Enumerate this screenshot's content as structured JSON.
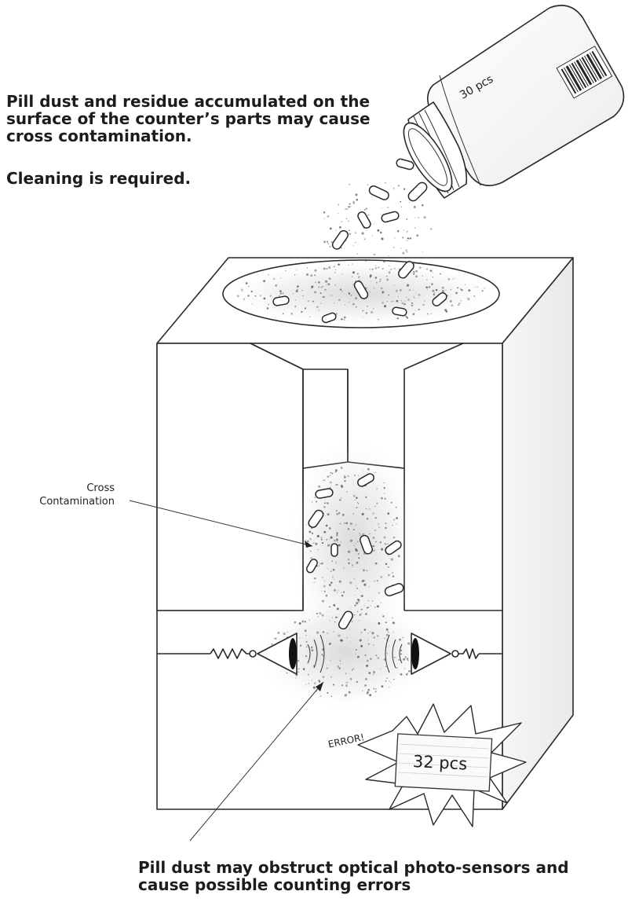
{
  "captions": {
    "top": "Pill dust and residue accumulated on the surface of the counter’s parts may cause cross contamination.",
    "cleaning": "Cleaning is required.",
    "bottom": "Pill dust may obstruct optical photo-sensors and cause possible counting errors",
    "cross_contamination": "Cross Contamination"
  },
  "bottle": {
    "label": "30 pcs"
  },
  "display": {
    "error_text": "ERROR!",
    "count": "32 pcs"
  },
  "icons": [
    "pill-bottle-icon",
    "pill-icon",
    "dust-icon",
    "optical-sensor-icon",
    "resistor-icon",
    "error-burst-icon"
  ]
}
